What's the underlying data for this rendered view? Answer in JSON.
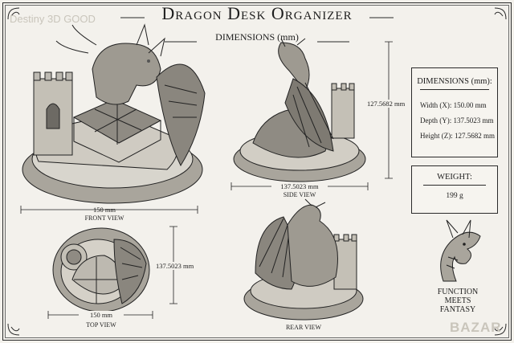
{
  "title": "Dragon Desk Organizer",
  "subtitle": "DIMENSIONS (mm)",
  "watermark_top_left": "Destiny 3D GOOD",
  "watermark_bottom_right": "BAZAR",
  "views": {
    "front": {
      "caption": "FRONT VIEW",
      "width_label": "150 mm"
    },
    "side": {
      "caption": "SIDE VIEW",
      "depth_label": "137.5023 mm",
      "height_label": "127.5682 mm"
    },
    "top": {
      "caption": "TOP VIEW",
      "width_label": "150 mm",
      "depth_label": "137.5023 mm"
    },
    "rear": {
      "caption": "REAR VIEW"
    }
  },
  "dimensions_box": {
    "heading": "DIMENSIONS (mm):",
    "width": "Width (X):  150.00 mm",
    "depth": "Depth (Y):  137.5023 mm",
    "height": "Height (Z):  127.5682 mm"
  },
  "weight_box": {
    "heading": "WEIGHT:",
    "value": "199 g"
  },
  "tagline": [
    "FUNCTION",
    "MEETS",
    "FANTASY"
  ]
}
